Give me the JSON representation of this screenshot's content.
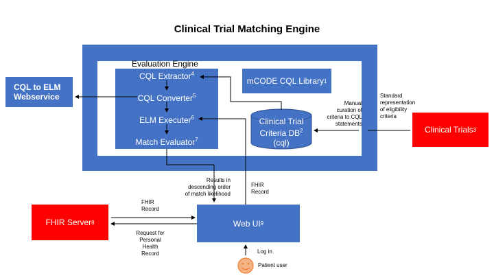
{
  "title": "Clinical Trial Matching Engine",
  "evaluation_engine": {
    "label": "Evaluation Engine",
    "steps": [
      {
        "text": "CQL Extractor",
        "sup": "4"
      },
      {
        "text": "CQL Converter",
        "sup": "5"
      },
      {
        "text": "ELM Executer",
        "sup": "6"
      },
      {
        "text": "Match Evaluator",
        "sup": "7"
      }
    ]
  },
  "mcode_library": {
    "text": "mCODE CQL Library",
    "sup": "1"
  },
  "criteria_db": {
    "line1": "Clinical Trial",
    "line2": "Criteria DB",
    "sup": "2",
    "line3": "(cql)"
  },
  "cql_to_elm": {
    "line1": "CQL to ELM",
    "line2": "Webservice"
  },
  "clinical_trials": {
    "text": "Clinical Trials",
    "sup": "3"
  },
  "fhir_server": {
    "text": "FHIR Server",
    "sup": "8"
  },
  "web_ui": {
    "text": "Web UI",
    "sup": "9"
  },
  "annotations": {
    "manual_curation": [
      "Manual",
      "curation of",
      "criteria to CQL",
      "statements"
    ],
    "standard_representation": [
      "Standard",
      "representation",
      "of eligibility",
      "criteria"
    ],
    "results": [
      "Results in",
      "descending order",
      "of match likelihood"
    ],
    "fhir_record_right": [
      "FHIR",
      "Record"
    ],
    "fhir_record_left": [
      "FHIR",
      "Record"
    ],
    "request_phr": [
      "Request for",
      "Personal",
      "Health",
      "Record"
    ],
    "login": "Log in",
    "patient_user": "Patient user"
  },
  "colors": {
    "blue": "#4472c4",
    "red": "#ff0000",
    "face": "#f4b183",
    "face_stroke": "#ed7d31"
  }
}
